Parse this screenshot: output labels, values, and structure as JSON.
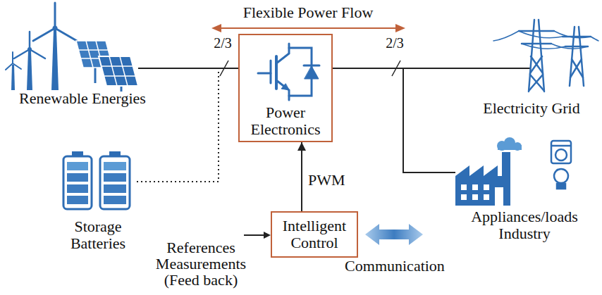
{
  "diagram": {
    "nodes": [
      {
        "text": [
          "Renewable Energies"
        ]
      },
      {
        "text": [
          "Power Electronics"
        ]
      },
      {
        "text": [
          "Electricity Grid"
        ]
      },
      {
        "text": [
          "Storage Batteries"
        ]
      },
      {
        "text": [
          "Appliances/loads Industry"
        ]
      },
      {
        "text": [
          "Intelligent Control"
        ]
      }
    ],
    "edges": [
      {
        "from": 0,
        "to": 1,
        "arrow": "none"
      },
      {
        "from": 3,
        "to": 1,
        "arrow": "none"
      },
      {
        "from": 1,
        "to": 2,
        "arrow": "none"
      },
      {
        "from": 1,
        "to": 4,
        "arrow": "none"
      },
      {
        "from": 5,
        "to": 1,
        "arrow": "to",
        "label": "PWM"
      }
    ],
    "labels": [
      "Flexible Power Flow",
      "2/3",
      "2/3",
      "References Measurements (Feed back)",
      "Communication"
    ]
  }
}
